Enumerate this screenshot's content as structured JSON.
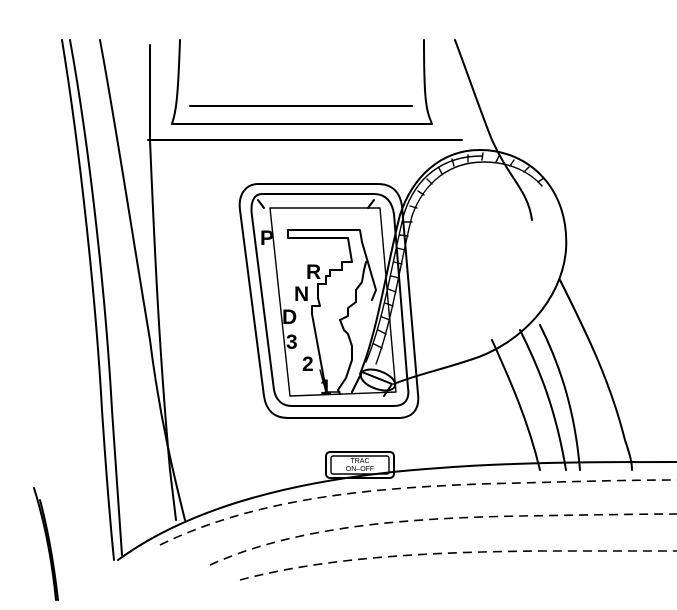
{
  "shift_gate": {
    "gears": [
      "P",
      "R",
      "N",
      "D",
      "3",
      "2",
      "1"
    ]
  },
  "trac_button": {
    "line1": "TRAC",
    "line2": "ON–OFF"
  },
  "colors": {
    "line": "#000000",
    "background": "#ffffff"
  }
}
